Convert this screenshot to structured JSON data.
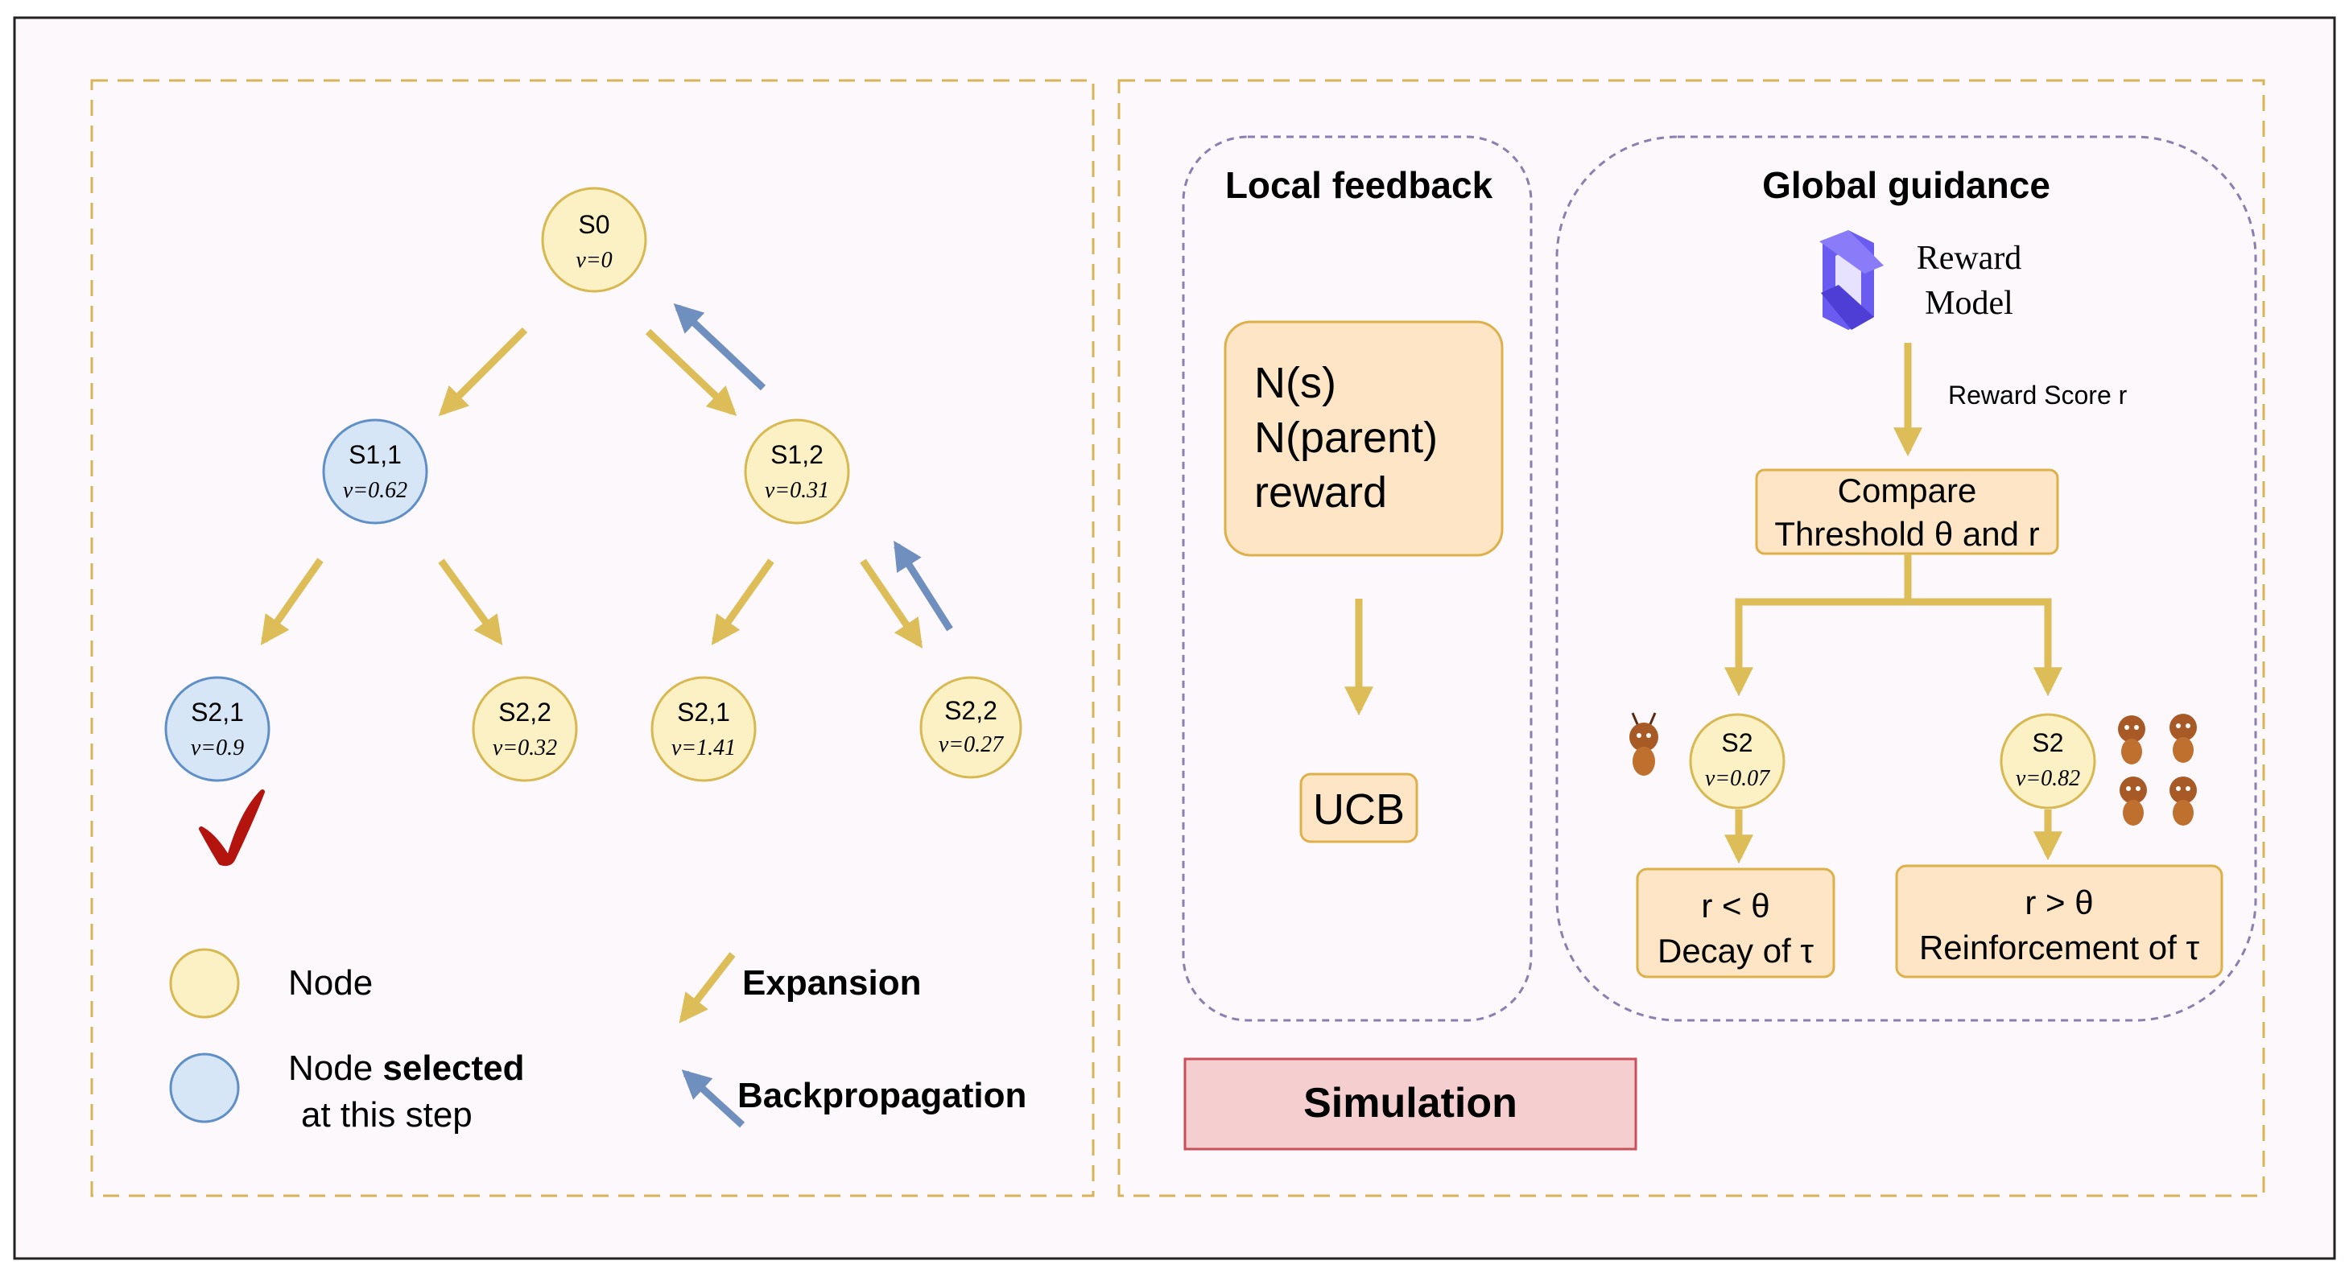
{
  "colors": {
    "frame_bg": "#fdf8fc",
    "outer_border": "#222222",
    "gold": "#dcbd58",
    "gold_dashed": "#d9b358",
    "blue_arrow": "#6f8fbe",
    "node_yellow_fill": "#fbf1c5",
    "node_yellow_stroke": "#d8b850",
    "node_blue_fill": "#d7e6f7",
    "node_blue_stroke": "#5f8fc7",
    "box_fill": "#fde5c6",
    "box_stroke": "#ddb04a",
    "purple_dashed": "#8a7fb0",
    "sim_fill": "#f5cfd0",
    "sim_stroke": "#c9505a",
    "check_red": "#b3140e",
    "logo_purple": "#6a5cf0"
  },
  "tree": {
    "root": {
      "name": "S0",
      "v": "v=0"
    },
    "s11": {
      "name": "S1,1",
      "v": "v=0.62"
    },
    "s12": {
      "name": "S1,2",
      "v": "v=0.31"
    },
    "s21a": {
      "name": "S2,1",
      "v": "v=0.9"
    },
    "s22a": {
      "name": "S2,2",
      "v": "v=0.32"
    },
    "s21b": {
      "name": "S2,1",
      "v": "v=1.41"
    },
    "s22b": {
      "name": "S2,2",
      "v": "v=0.27"
    }
  },
  "legend": {
    "node": "Node",
    "selected_prefix": "Node ",
    "selected_bold": "selected",
    "selected_line2": "at this step",
    "expansion": "Expansion",
    "backprop": "Backpropagation"
  },
  "local": {
    "title": "Local feedback",
    "lines": [
      "N(s)",
      "N(parent)",
      "reward"
    ],
    "ucb": "UCB"
  },
  "global": {
    "title": "Global guidance",
    "rm_line1": "Reward",
    "rm_line2": "Model",
    "score_label": "Reward Score r",
    "compare1": "Compare",
    "compare2": "Threshold θ and r",
    "left_node": {
      "name": "S2",
      "v": "v=0.07"
    },
    "right_node": {
      "name": "S2",
      "v": "v=0.82"
    },
    "decay1": "r < θ",
    "decay2": "Decay of τ",
    "reinf1": "r > θ",
    "reinf2": "Reinforcement of τ"
  },
  "simulation": "Simulation"
}
